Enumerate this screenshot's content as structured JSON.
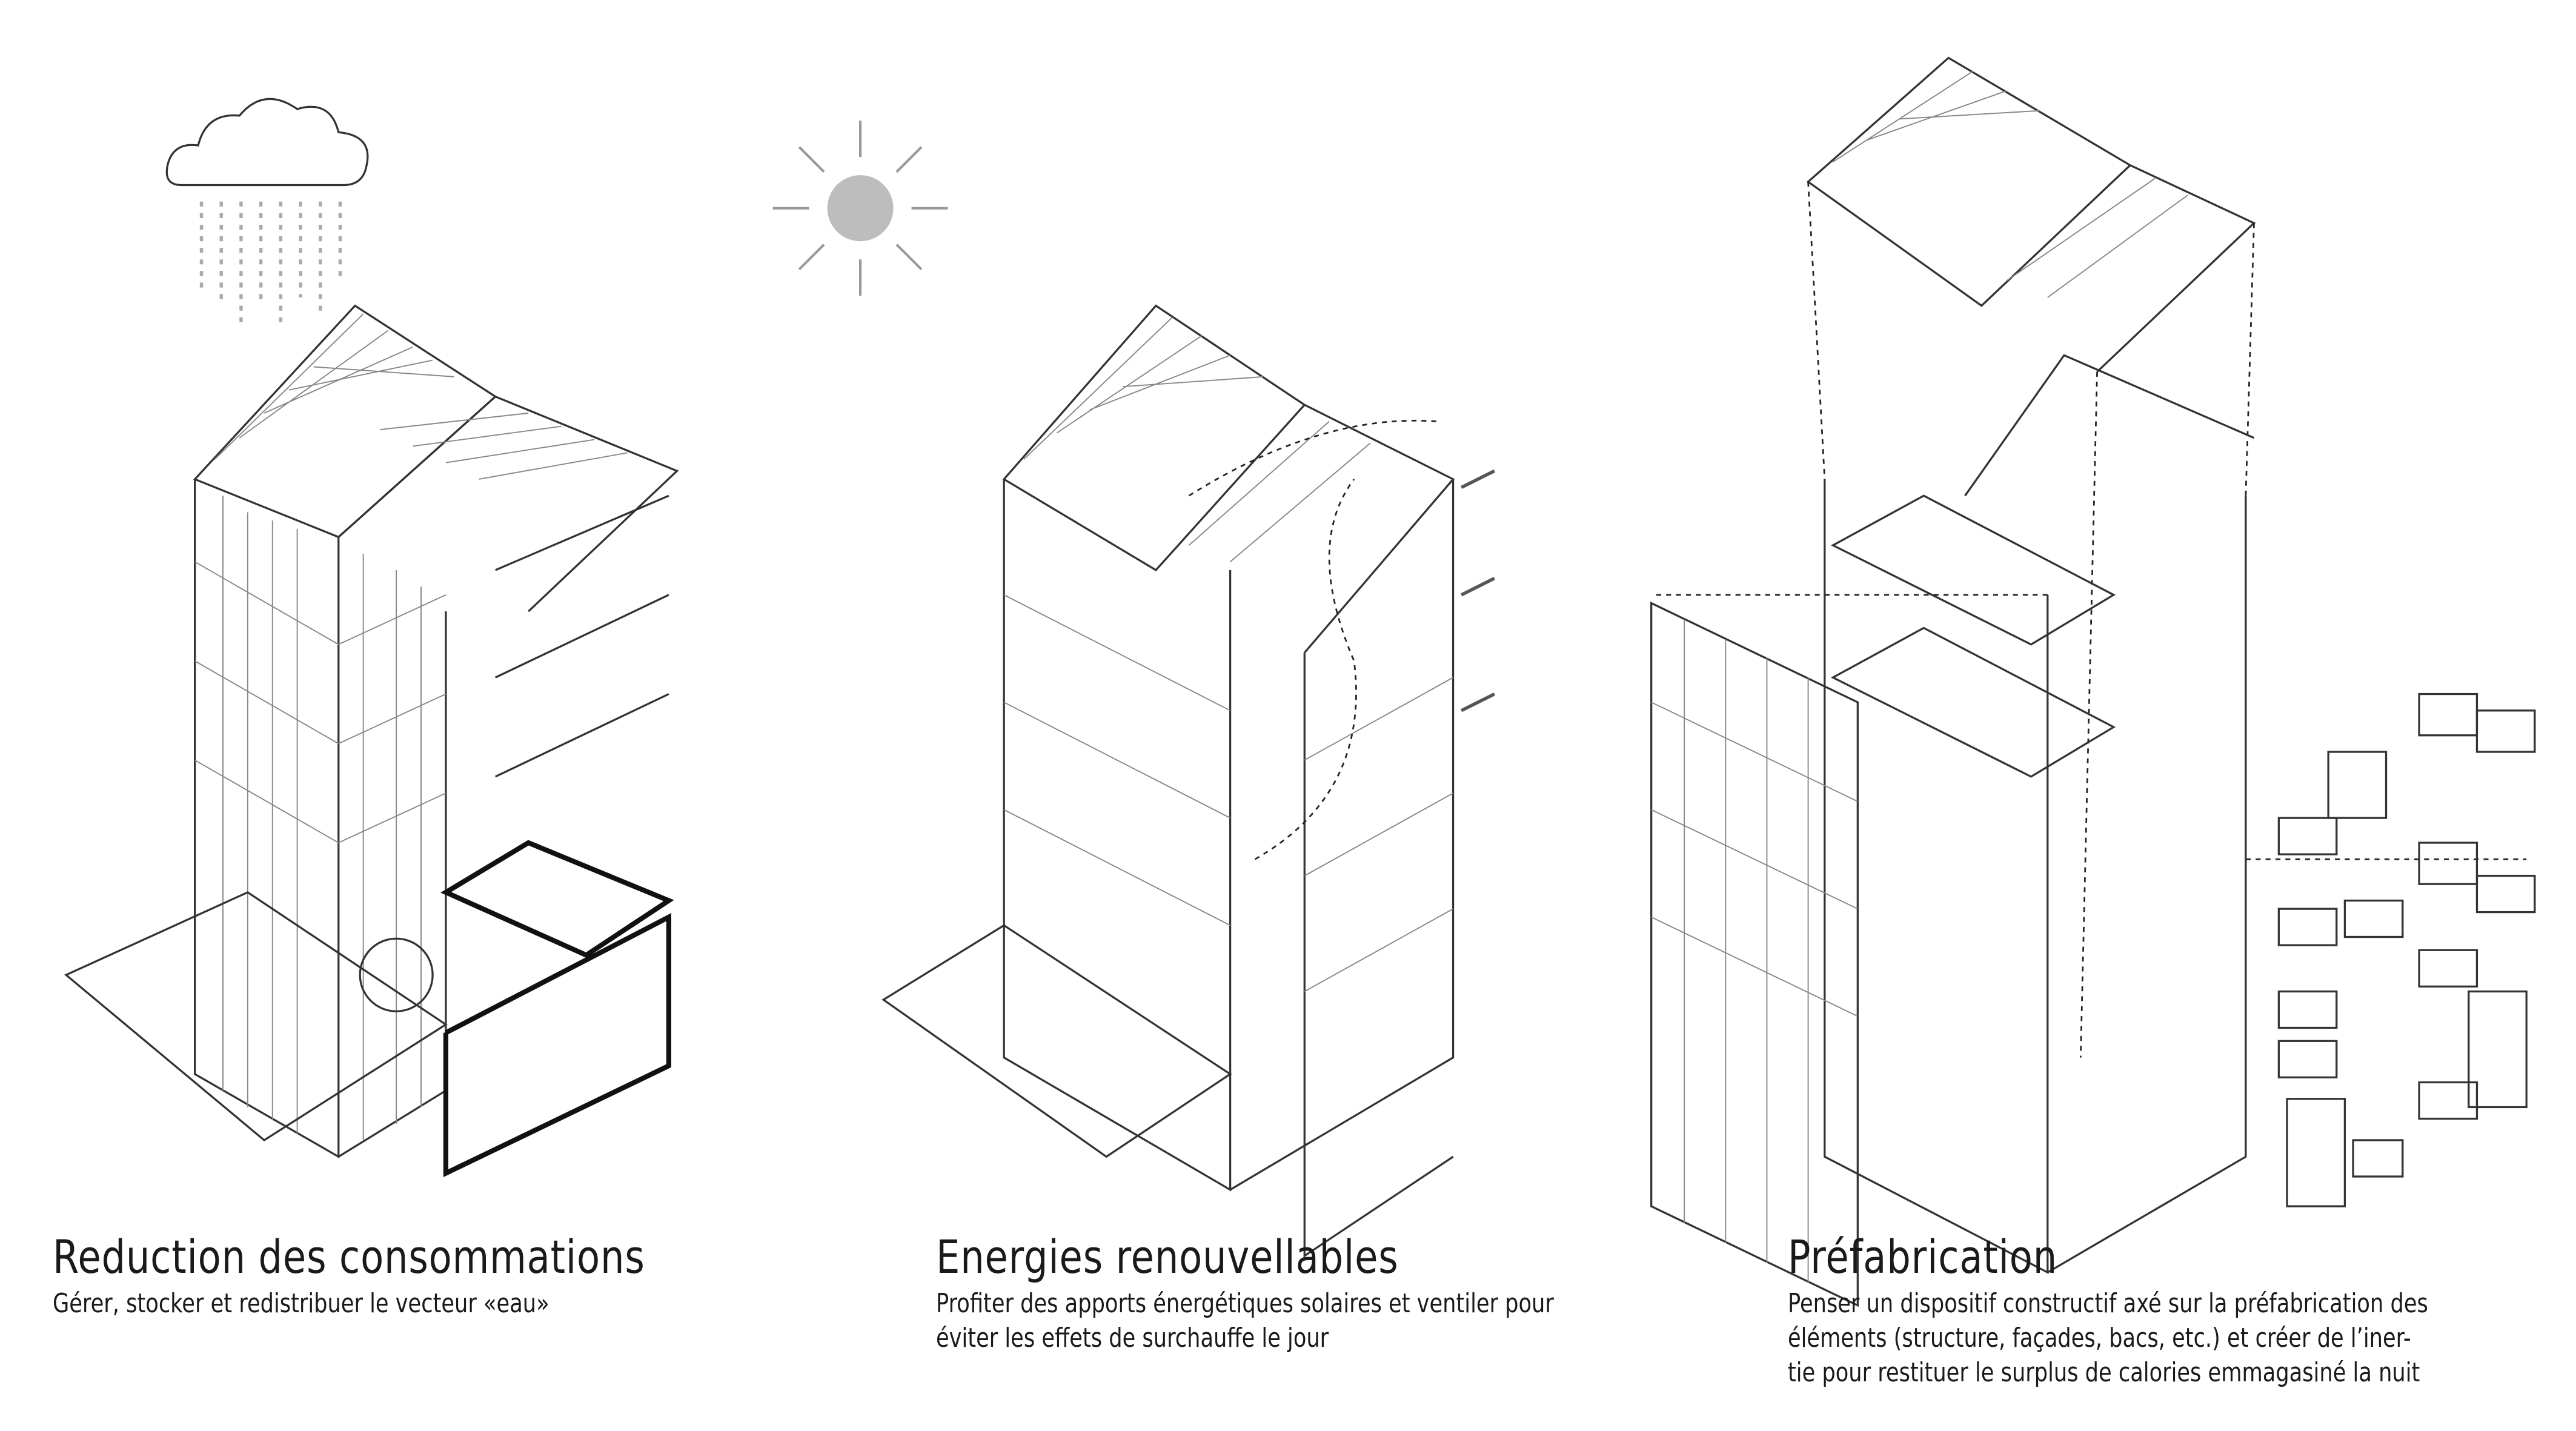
{
  "panels": [
    {
      "title": "Reduction des consommations",
      "lines": [
        "Gérer, stocker et redistribuer le vecteur «eau»"
      ]
    },
    {
      "title": "Energies renouvellables",
      "lines": [
        "Profiter des apports énergétiques solaires et ventiler pour",
        "éviter les effets de surchauffe le jour"
      ]
    },
    {
      "title": "Préfabrication",
      "lines": [
        "Penser un dispositif constructif axé sur la préfabrication des",
        "éléments (structure, façades, bacs, etc.) et créer de l’iner-",
        "tie pour restituer le surplus de calories emmagasiné la nuit"
      ]
    }
  ],
  "colors": {
    "line": "#333333",
    "sun": "#bdbdbd",
    "cloud": "#777777"
  }
}
